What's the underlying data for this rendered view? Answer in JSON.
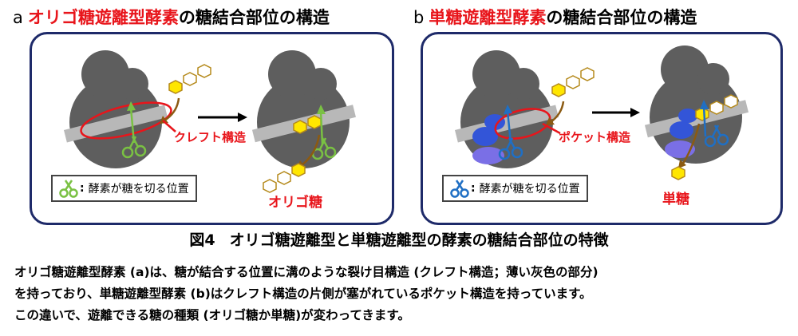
{
  "panel_a": {
    "letter": "a",
    "title_red": "オリゴ糖遊離型酵素",
    "title_rest": "の糖結合部位の構造",
    "site_label": "クレフト構造",
    "product_label": "オリゴ糖",
    "legend_text": "酵素が糖を切る位置",
    "scissor_color": "#7ac143"
  },
  "panel_b": {
    "letter": "b",
    "title_red": "単糖遊離型酵素",
    "title_rest": "の糖結合部位の構造",
    "site_label": "ポケット構造",
    "product_label": "単糖",
    "legend_text": "酵素が糖を切る位置",
    "scissor_color": "#1f6fc4"
  },
  "colors": {
    "accent_red": "#e8151b",
    "panel_border": "#1e2a69",
    "enzyme_gray": "#5e5e5e",
    "sugar_yellow": "#ffe600",
    "sugar_outline": "#b58a1c",
    "pocket_blue": "#3355d8",
    "pocket_violet": "#7a6fe6"
  },
  "figure": {
    "label": "図4",
    "caption": "オリゴ糖遊離型と単糖遊離型の酵素の糖結合部位の特徴"
  },
  "body": {
    "line1": "オリゴ糖遊離型酵素 (a)は、糖が結合する位置に溝のような裂け目構造 (クレフト構造；薄い灰色の部分)",
    "line2": "を持っており、単糖遊離型酵素 (b)はクレフト構造の片側が塞がれているポケット構造を持っています。",
    "line3": "この違いで、遊離できる糖の種類 (オリゴ糖か単糖)が変わってきます。"
  }
}
